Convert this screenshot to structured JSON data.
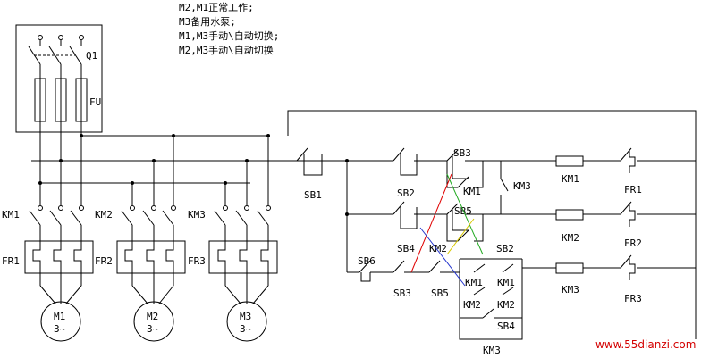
{
  "notes": [
    "M2,M1正常工作;",
    "M3备用水泵;",
    "M1,M3手动\\自动切换;",
    "M2,M3手动\\自动切换"
  ],
  "labels": {
    "q1": "Q1",
    "fu": "FU",
    "km1": "KM1",
    "km2": "KM2",
    "km3": "KM3",
    "fr1": "FR1",
    "fr2": "FR2",
    "fr3": "FR3",
    "sb1": "SB1",
    "sb2": "SB2",
    "sb3": "SB3",
    "sb4": "SB4",
    "sb5": "SB5",
    "sb6": "SB6"
  },
  "motors": [
    {
      "name": "M1",
      "phase": "3~"
    },
    {
      "name": "M2",
      "phase": "3~"
    },
    {
      "name": "M3",
      "phase": "3~"
    }
  ],
  "watermark": "www.55dianzi.com",
  "colors": {
    "red": "#e00000",
    "green": "#22aa22",
    "blue": "#2233cc",
    "yellow": "#d8c800"
  }
}
